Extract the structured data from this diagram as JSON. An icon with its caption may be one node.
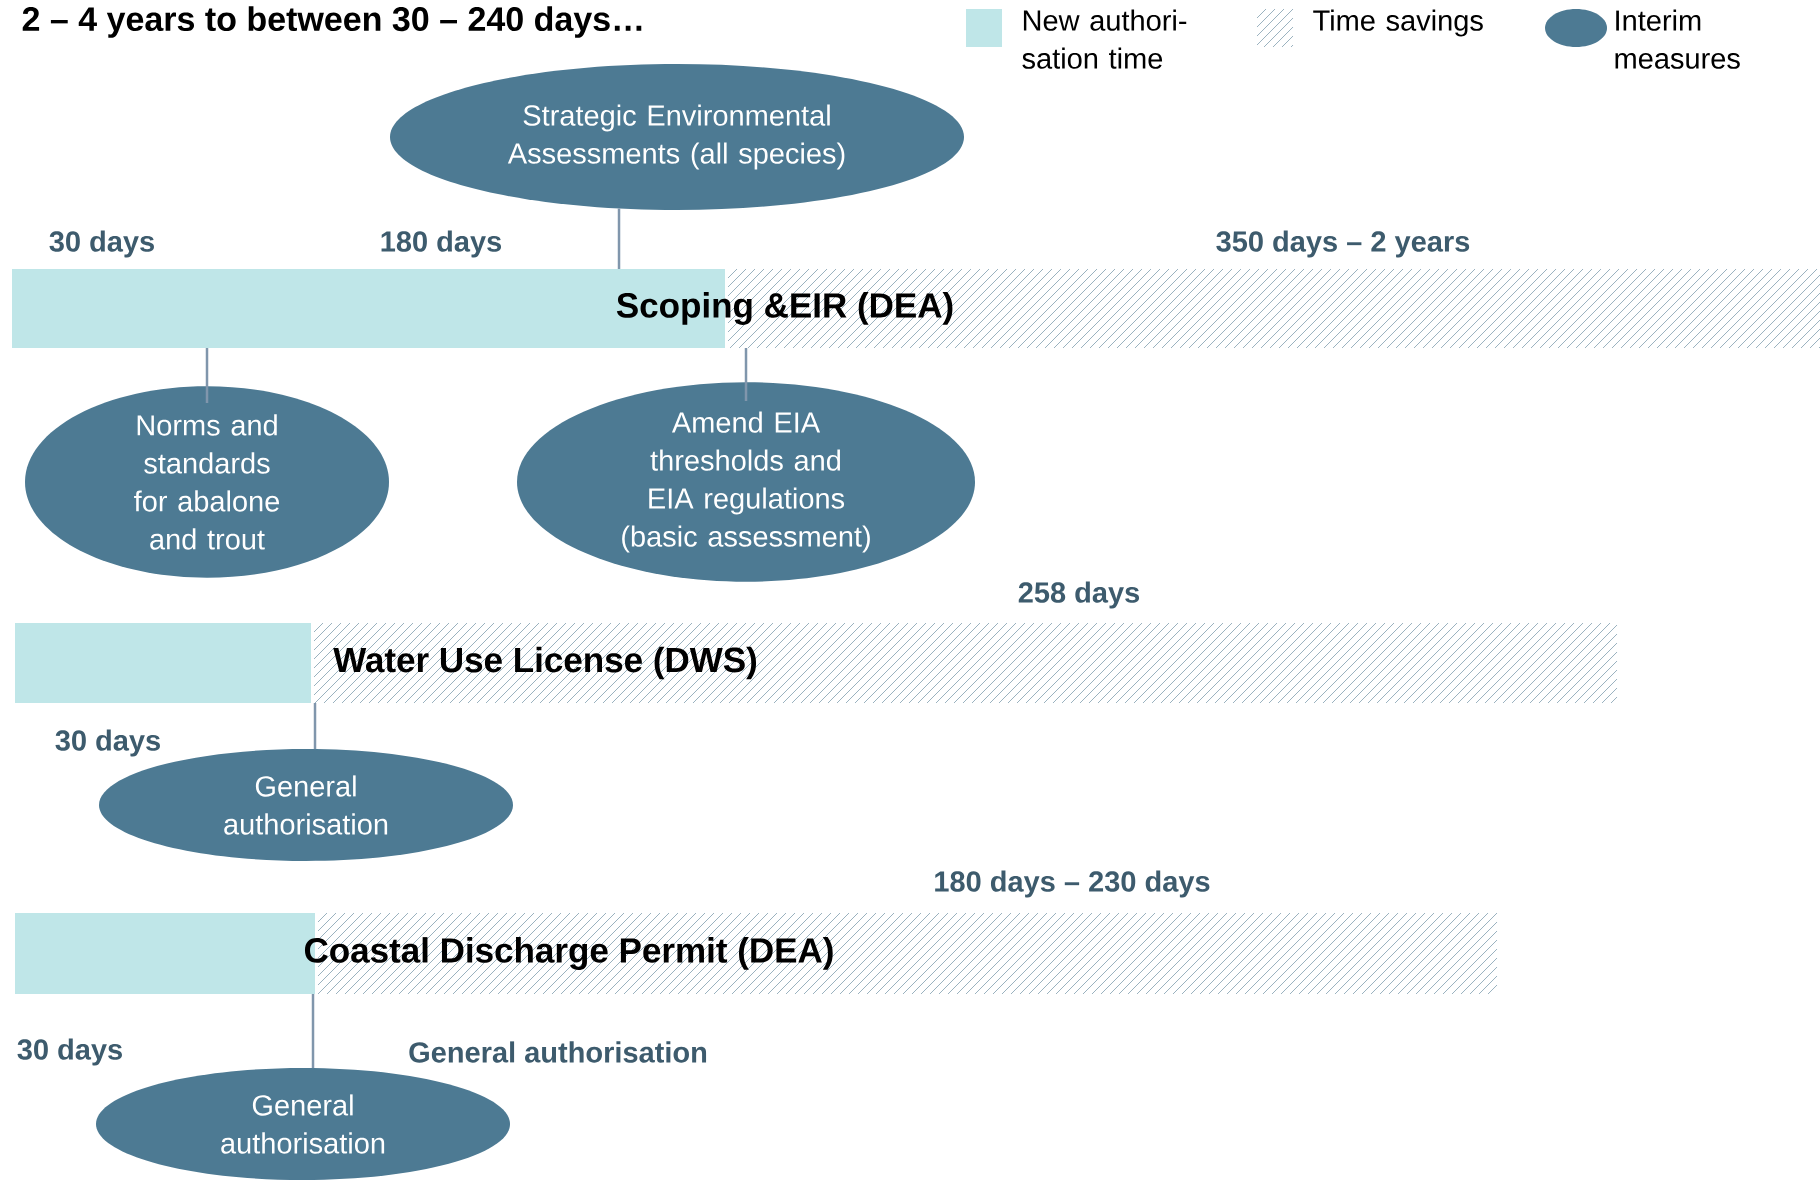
{
  "diagram": {
    "title": "2 – 4 years to between 30 – 240 days…",
    "nodes": [
      {
        "text": [
          "Strategic Environmental Assessments (all species)"
        ]
      },
      {
        "text": [
          "Scoping &EIR (DEA)"
        ]
      },
      {
        "text": [
          "Norms and standards for abalone and trout"
        ]
      },
      {
        "text": [
          "Amend EIA thresholds and EIA regulations (basic assessment)"
        ]
      },
      {
        "text": [
          "Water Use License (DWS)"
        ]
      },
      {
        "text": [
          "General authorisation"
        ]
      },
      {
        "text": [
          "Coastal Discharge Permit (DEA)"
        ]
      },
      {
        "text": [
          "General authorisation"
        ]
      }
    ],
    "edges": [
      {
        "from": 0,
        "to": 1,
        "arrow": "none"
      },
      {
        "from": 2,
        "to": 1,
        "arrow": "none"
      },
      {
        "from": 3,
        "to": 1,
        "arrow": "none"
      },
      {
        "from": 5,
        "to": 4,
        "arrow": "none"
      },
      {
        "from": 7,
        "to": 6,
        "arrow": "none"
      }
    ],
    "labels": [
      "30 days",
      "180 days",
      "350 days – 2 years",
      "258 days",
      "30 days",
      "180 days – 230 days",
      "30 days",
      "General authorisation"
    ],
    "legend": [
      {
        "text": "New authori-sation time",
        "color": "#bfe6e8"
      },
      {
        "text": "Time savings"
      },
      {
        "text": "Interim measures"
      }
    ]
  }
}
